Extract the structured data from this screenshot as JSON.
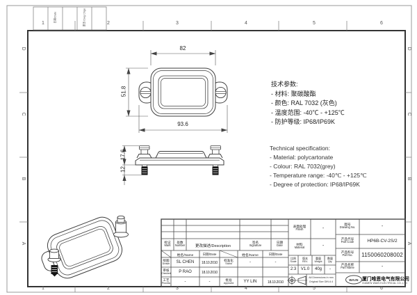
{
  "border": {
    "cols": [
      "1",
      "2",
      "3",
      "4",
      "5",
      "6"
    ],
    "rows": [
      "D",
      "C",
      "B",
      "A"
    ],
    "corner_strip": {
      "date_label": "日期/Date",
      "change_label": "更改 Dwg Chge"
    }
  },
  "dimensions": {
    "body_width": "82",
    "body_height": "51.8",
    "overall_width": "93.6",
    "total_height": "17.6",
    "screw_length": "12"
  },
  "specs_cn": {
    "title": "技术参数:",
    "lines": [
      "- 材料: 聚碳酸酯",
      "- 颜色: RAL 7032 (灰色)",
      "- 温度范围: -40℃ - +125℃",
      "- 防护等级: IP68/IP69K"
    ]
  },
  "specs_en": {
    "title": "Technical specification:",
    "lines": [
      "- Material: polycartonate",
      "- Colour: RAL 7032(grey)",
      "- Temperature range: -40℃ - +125℃",
      "- Degree of protection: IP68/IP69K"
    ]
  },
  "titleblock": {
    "revision": {
      "mark_cn": "标记",
      "mark_en": "Mark",
      "number_cn": "处数",
      "number_en": "Number",
      "desc": "更改描述/Description",
      "sig_cn": "签名",
      "sig_en": "Signature",
      "date_cn": "日期",
      "date_en": "Date"
    },
    "names": {
      "name_header1": "姓名/Name",
      "date_header1": "日期/Date",
      "name_header2": "姓名/Name",
      "date_header2": "日期/Date",
      "drawn_cn": "绘图",
      "drawn_en": "Drawn",
      "drawn_name": "SL CHEN",
      "drawn_date": "18.10.2010",
      "checked_cn": "审核",
      "checked_en": "Checked",
      "checked_name": "P RAO",
      "checked_date": "18.10.2010",
      "process_cn": "工艺",
      "process_en": "Process",
      "process_name": "-",
      "process_date": "-",
      "stand_cn": "标准化",
      "stand_en": "Stand",
      "stand_name": "-",
      "stand_date": "-",
      "approved_cn": "批准",
      "approved_en": "Approved",
      "approved_name": "YY LIN",
      "approved_date": "18.10.2010"
    },
    "middle": {
      "finish_cn": "表面处理",
      "finish_en": "Finish",
      "finish_val": "-",
      "material_cn": "材料",
      "material_en": "Material",
      "material_val": "-",
      "scale_cn": "比例",
      "scale_en": "Scale",
      "scale_val": "2:3",
      "rev_cn": "版本",
      "rev_en": "REV.",
      "rev_val": "V1.0",
      "weight_cn": "重量",
      "weight_en": "Weight",
      "weight_val": "40g",
      "qty_cn": "数量",
      "qty_en": "Qty.",
      "qty_val": "-",
      "note_line1": "All Dimensions in mm",
      "note_line2": "Original Size DIN A 4"
    },
    "right": {
      "dwgno_cn": "图号",
      "dwgno_en": "Drawing No.",
      "dwgno_val": "-",
      "partcode_cn": "产品代号",
      "partcode_en": "Part Code",
      "partcode_val": "HP6B-CV-2S/2",
      "partno_cn": "产品料号",
      "partno_en": "Part No.",
      "partno_val": "1150060208002",
      "partname_cn": "产品名称",
      "partname_en": "Part Name",
      "partname_val": "-",
      "logo": "WAIN",
      "company_cn": "厦门唯恩电气有限公司",
      "company_en": "XIAMEN WAIN ELECTRICAL CO.,LTD"
    }
  }
}
